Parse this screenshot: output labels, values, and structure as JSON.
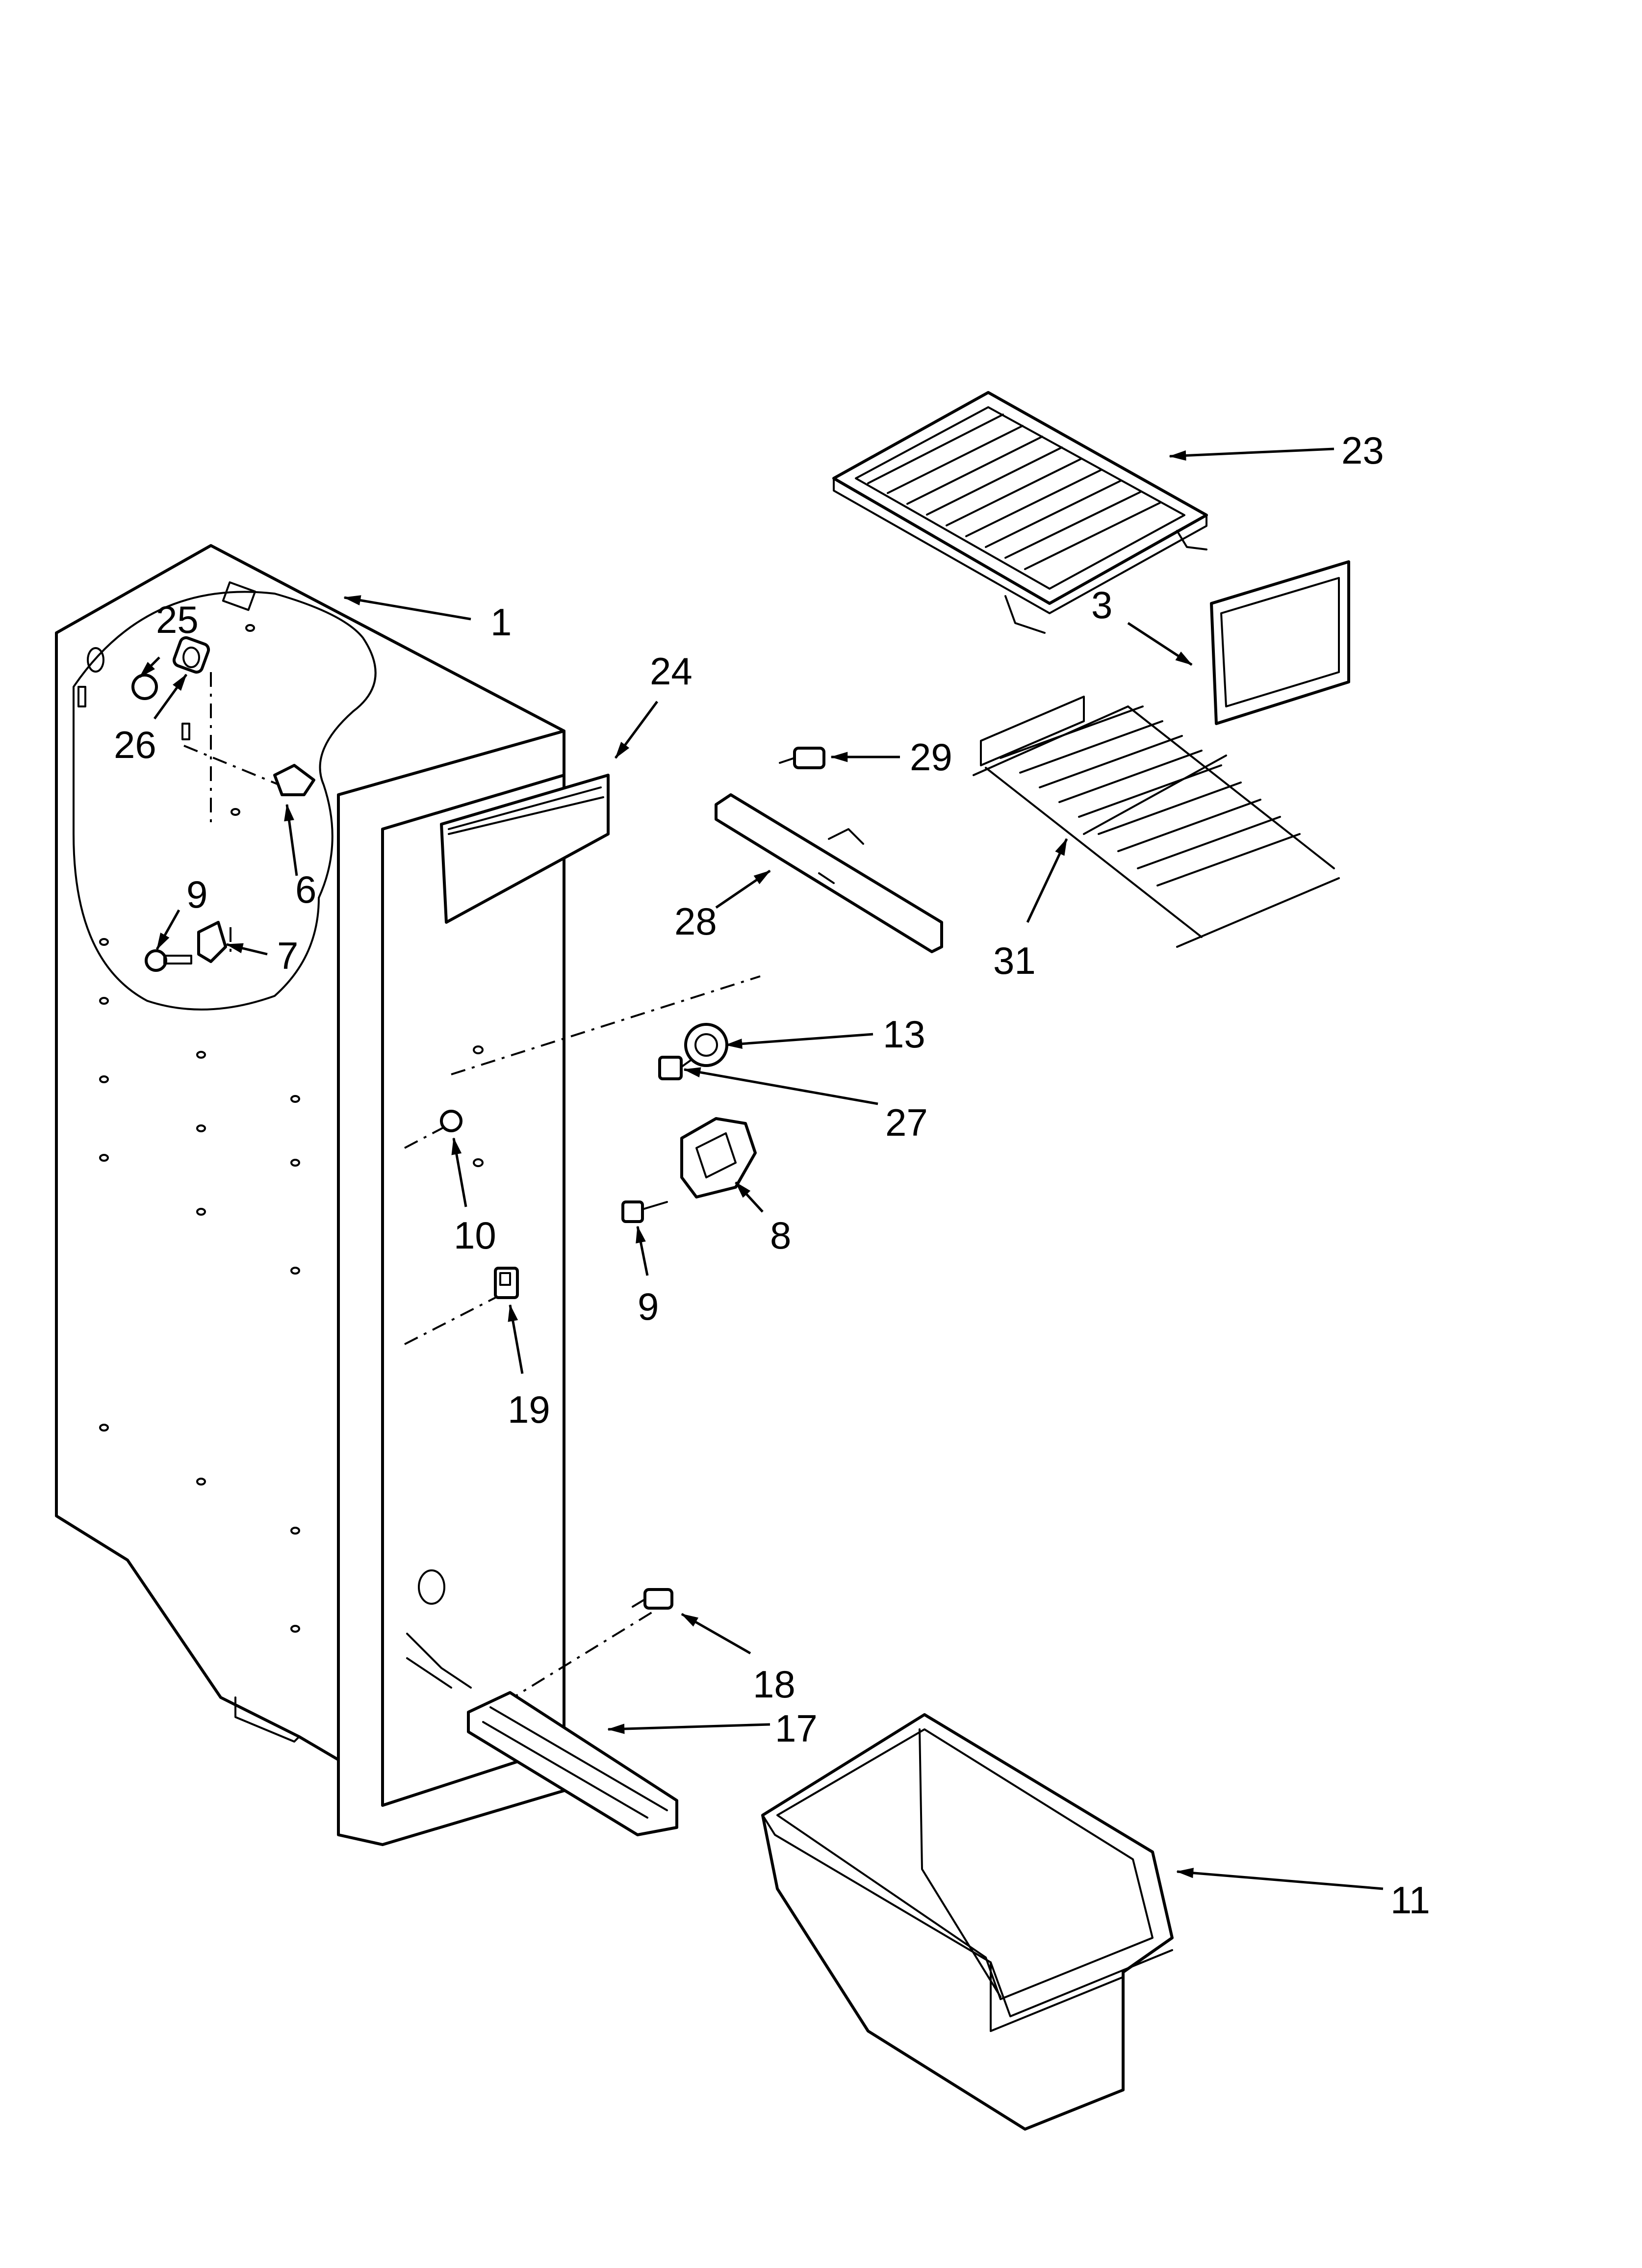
{
  "callouts": [
    {
      "id": "c1",
      "text": "1"
    },
    {
      "id": "c3",
      "text": "3"
    },
    {
      "id": "c6",
      "text": "6"
    },
    {
      "id": "c7",
      "text": "7"
    },
    {
      "id": "c8",
      "text": "8"
    },
    {
      "id": "c9a",
      "text": "9"
    },
    {
      "id": "c9b",
      "text": "9"
    },
    {
      "id": "c10",
      "text": "10"
    },
    {
      "id": "c11",
      "text": "11"
    },
    {
      "id": "c13",
      "text": "13"
    },
    {
      "id": "c17",
      "text": "17"
    },
    {
      "id": "c18",
      "text": "18"
    },
    {
      "id": "c19",
      "text": "19"
    },
    {
      "id": "c23",
      "text": "23"
    },
    {
      "id": "c24",
      "text": "24"
    },
    {
      "id": "c25",
      "text": "25"
    },
    {
      "id": "c26",
      "text": "26"
    },
    {
      "id": "c27",
      "text": "27"
    },
    {
      "id": "c28",
      "text": "28"
    },
    {
      "id": "c29",
      "text": "29"
    },
    {
      "id": "c31",
      "text": "31"
    }
  ]
}
